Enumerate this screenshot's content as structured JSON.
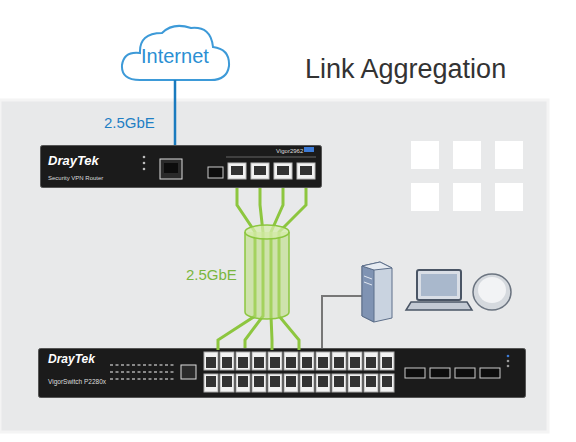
{
  "diagram": {
    "title": "Link Aggregation",
    "nodes": [
      {
        "text": [
          "Internet"
        ]
      },
      {
        "text": [
          "DrayTek",
          "Security VPN Router",
          "Vigor2962"
        ]
      },
      {
        "text": [
          "DrayTek",
          "VigorSwitch P2280x"
        ]
      }
    ],
    "edges": [
      {
        "from": 0,
        "to": 1,
        "arrow": "none",
        "label": "2.5GbE"
      },
      {
        "from": 1,
        "to": 2,
        "arrow": "none",
        "label": "2.5GbE"
      }
    ]
  }
}
